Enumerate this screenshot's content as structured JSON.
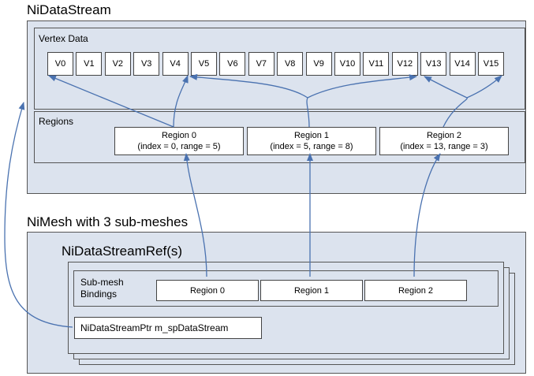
{
  "datastream": {
    "title": "NiDataStream",
    "vertex_label": "Vertex Data",
    "vertices": [
      "V0",
      "V1",
      "V2",
      "V3",
      "V4",
      "V5",
      "V6",
      "V7",
      "V8",
      "V9",
      "V10",
      "V11",
      "V12",
      "V13",
      "V14",
      "V15"
    ],
    "regions_label": "Regions",
    "regions": [
      {
        "name": "Region 0",
        "detail": "(index = 0, range = 5)"
      },
      {
        "name": "Region 1",
        "detail": "(index = 5, range = 8)"
      },
      {
        "name": "Region 2",
        "detail": "(index = 13, range = 3)"
      }
    ]
  },
  "mesh": {
    "title": "NiMesh with 3 sub-meshes",
    "ref_title": "NiDataStreamRef(s)",
    "bindings_label_line1": "Sub-mesh",
    "bindings_label_line2": "Bindings",
    "bindings": [
      "Region 0",
      "Region 1",
      "Region 2"
    ],
    "ptr_label": "NiDataStreamPtr m_spDataStream"
  },
  "colors": {
    "panel_fill": "#dce3ee",
    "arrow": "#4a72b0"
  }
}
